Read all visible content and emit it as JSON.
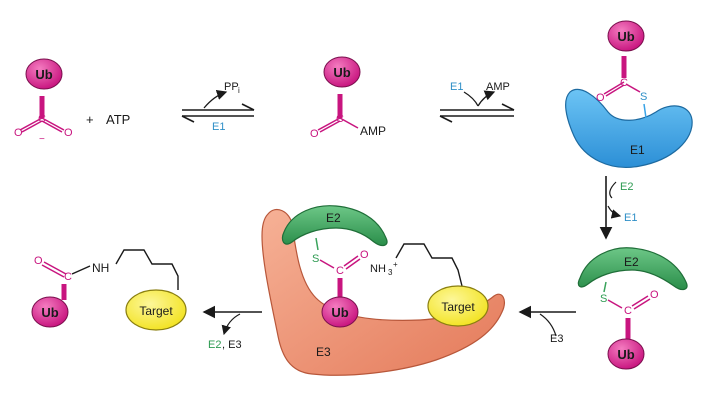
{
  "labels": {
    "ub": "Ub",
    "plus": "+",
    "atp": "ATP",
    "ppi": "PP",
    "ppi_sub": "i",
    "e1": "E1",
    "amp": "AMP",
    "e2": "E2",
    "e3": "E3",
    "target": "Target",
    "nh": "NH",
    "nh3": "NH",
    "nh3_sub": "3",
    "nh3_sup": "+",
    "o": "O",
    "c": "C",
    "s": "S",
    "minus": "−",
    "comma_e3": ", E3"
  },
  "colors": {
    "ub": "#c8157f",
    "e1": "#3aa3e6",
    "e2": "#3aa35c",
    "e3": "#f0987a",
    "target": "#f7ea3a"
  }
}
